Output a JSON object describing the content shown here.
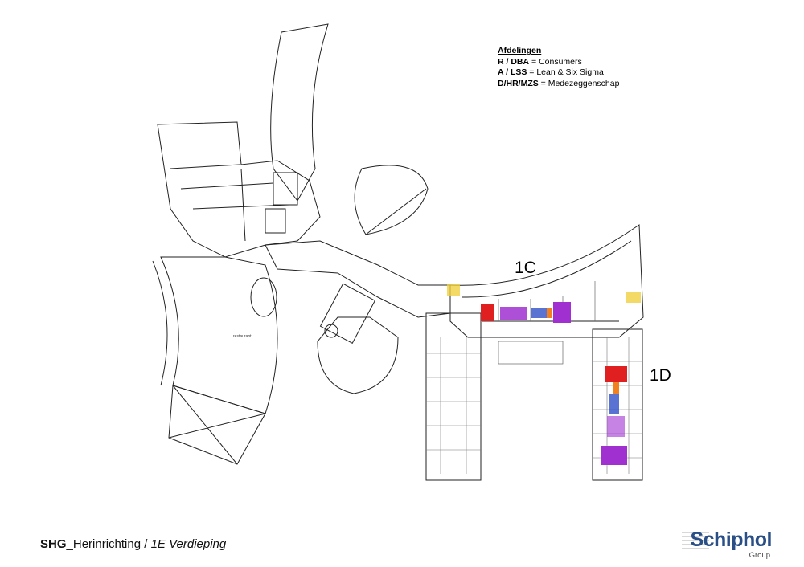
{
  "legend": {
    "title": "Afdelingen",
    "items": [
      {
        "code": "R / DBA",
        "sep": " = ",
        "name": "Consumers"
      },
      {
        "code": "A / LSS",
        "sep": " = ",
        "name": "Lean & Six Sigma"
      },
      {
        "code": "D/HR/MZS",
        "sep": " = ",
        "name": "Medezeggenschap"
      }
    ]
  },
  "wings": [
    {
      "label": "1C"
    },
    {
      "label": "1D"
    }
  ],
  "rooms": {
    "restaurant": "restaurant"
  },
  "footer": {
    "project": "SHG",
    "sep1": "_Herinrichting / ",
    "floor": "1E Verdieping"
  },
  "logo": {
    "brand": "Schiphol",
    "sub": "Group"
  },
  "colors": {
    "department_red": "#e02020",
    "department_purple": "#a030d0",
    "department_blue": "#3050c8",
    "department_orange": "#f08020",
    "highlight_yellow": "#f0d040",
    "brand_blue": "#2a4f86"
  }
}
